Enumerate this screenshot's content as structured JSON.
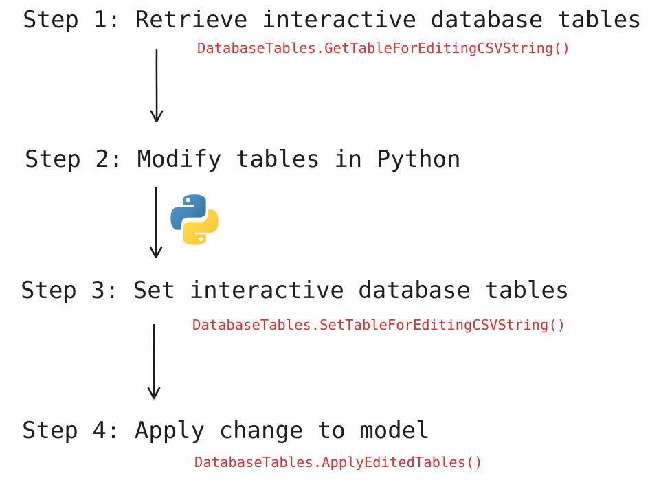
{
  "colors": {
    "background": "#ffffff",
    "heading_text": "#1e1e1e",
    "code_text": "#e03131",
    "arrow": "#1e1e1e",
    "python_blue": "#387EB8",
    "python_yellow": "#FFD43B"
  },
  "steps": [
    {
      "title": "Step 1: Retrieve interactive database tables",
      "code": "DatabaseTables.GetTableForEditingCSVString()"
    },
    {
      "title": "Step 2: Modify tables in Python",
      "icon": "python-logo"
    },
    {
      "title": "Step 3: Set interactive database tables",
      "code": "DatabaseTables.SetTableForEditingCSVString()"
    },
    {
      "title": "Step 4: Apply change to model",
      "code": "DatabaseTables.ApplyEditedTables()"
    }
  ]
}
